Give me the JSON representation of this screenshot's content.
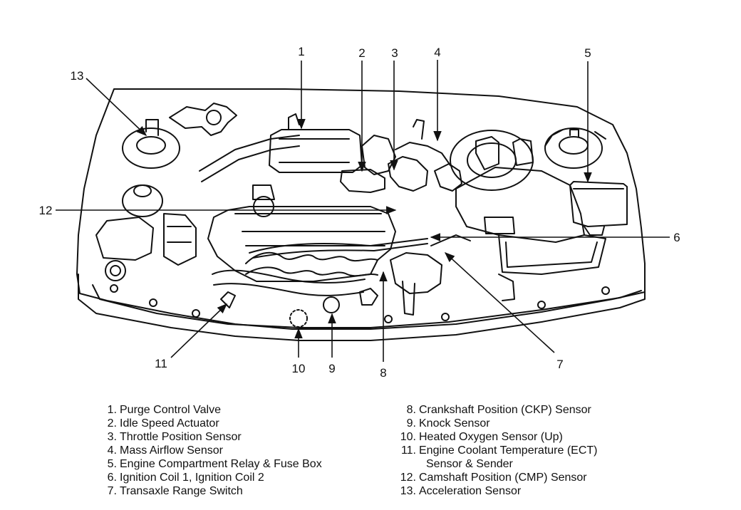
{
  "callouts": [
    {
      "num": "1"
    },
    {
      "num": "2"
    },
    {
      "num": "3"
    },
    {
      "num": "4"
    },
    {
      "num": "5"
    },
    {
      "num": "6"
    },
    {
      "num": "7"
    },
    {
      "num": "8"
    },
    {
      "num": "9"
    },
    {
      "num": "10"
    },
    {
      "num": "11"
    },
    {
      "num": "12"
    },
    {
      "num": "13"
    }
  ],
  "legend": {
    "left": [
      {
        "num": "1.",
        "text": "Purge Control Valve"
      },
      {
        "num": "2.",
        "text": "Idle Speed Actuator"
      },
      {
        "num": "3.",
        "text": "Throttle Position Sensor"
      },
      {
        "num": "4.",
        "text": "Mass Airflow Sensor"
      },
      {
        "num": "5.",
        "text": "Engine Compartment Relay & Fuse Box"
      },
      {
        "num": "6.",
        "text": "Ignition Coil 1, Ignition Coil 2"
      },
      {
        "num": "7.",
        "text": "Transaxle Range Switch"
      }
    ],
    "right": [
      {
        "num": "8.",
        "text": "Crankshaft Position (CKP) Sensor"
      },
      {
        "num": "9.",
        "text": "Knock Sensor"
      },
      {
        "num": "10.",
        "text": "Heated Oxygen Sensor (Up)"
      },
      {
        "num": "11.",
        "text": "Engine Coolant Temperature (ECT)",
        "text2": "Sensor & Sender"
      },
      {
        "num": "12.",
        "text": "Camshaft Position (CMP) Sensor"
      },
      {
        "num": "13.",
        "text": "Acceleration Sensor"
      }
    ]
  }
}
